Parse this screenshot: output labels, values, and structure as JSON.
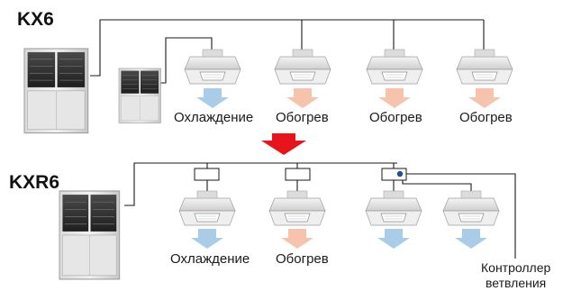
{
  "systems": {
    "top": {
      "title": "KX6",
      "unit_labels": [
        "Охлаждение",
        "Обогрев",
        "Обогрев",
        "Обогрев"
      ],
      "unit_modes": [
        "cooling",
        "heating",
        "heating",
        "heating"
      ]
    },
    "bottom": {
      "title": "KXR6",
      "unit_labels": [
        "Охлаждение",
        "Обогрев"
      ],
      "unit_modes": [
        "cooling",
        "heating",
        "cooling",
        "cooling"
      ],
      "controller_label_line1": "Контроллер",
      "controller_label_line2": "ветвления"
    }
  },
  "colors": {
    "cooling": "#a9cde8",
    "heating": "#f6c3ad",
    "transition_arrow": "#e8141b",
    "pipe": "#1a1a1a",
    "controller_dot": "#1f4e9c"
  },
  "icons": {
    "outdoor_unit": "outdoor-unit-icon",
    "indoor_unit": "cassette-unit-icon",
    "flow_arrow": "air-flow-arrow-icon",
    "branch_box": "branch-box-icon"
  }
}
